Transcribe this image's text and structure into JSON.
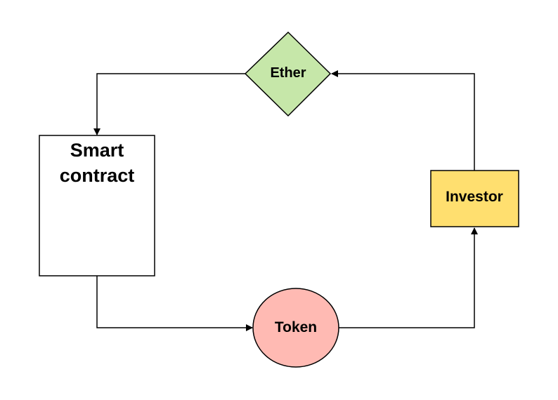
{
  "nodes": {
    "ether": {
      "label": "Ether",
      "shape": "diamond",
      "fill": "#c6e7a9"
    },
    "smart_contract": {
      "label_line1": "Smart",
      "label_line2": "contract",
      "shape": "rectangle",
      "fill": "#ffffff"
    },
    "investor": {
      "label": "Investor",
      "shape": "rectangle",
      "fill": "#ffdf6f"
    },
    "token": {
      "label": "Token",
      "shape": "circle",
      "fill": "#ffbab3"
    }
  },
  "edges": [
    {
      "from": "investor",
      "to": "ether"
    },
    {
      "from": "ether",
      "to": "smart_contract"
    },
    {
      "from": "smart_contract",
      "to": "token"
    },
    {
      "from": "token",
      "to": "investor"
    }
  ],
  "colors": {
    "stroke": "#000000",
    "background": "#ffffff"
  }
}
